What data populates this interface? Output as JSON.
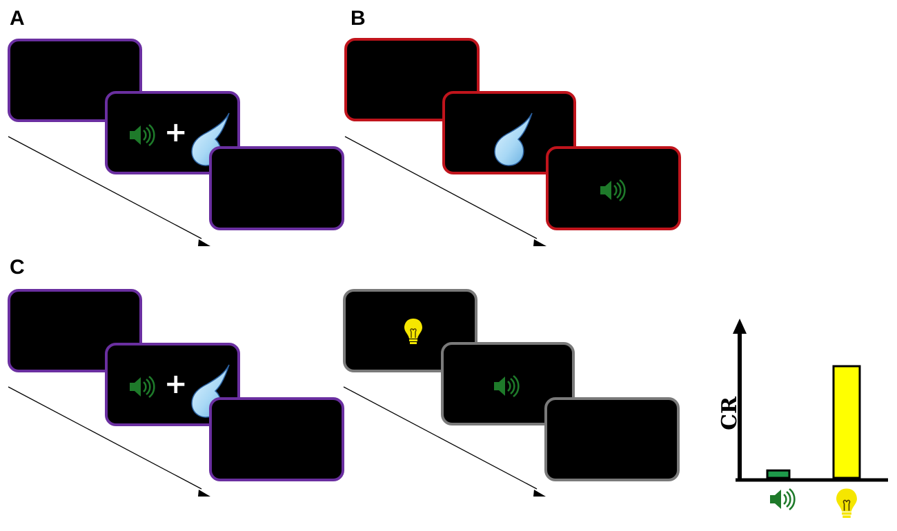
{
  "panels": {
    "a": {
      "label": "A"
    },
    "b": {
      "label": "B"
    },
    "c": {
      "label": "C"
    }
  },
  "symbols": {
    "plus": "+"
  },
  "icons": {
    "tone": "speaker-icon",
    "reward": "water-drop-icon",
    "light": "light-bulb-icon",
    "time": "arrow-icon"
  },
  "colors": {
    "paired_border": "#6a2fa0",
    "unpaired_border": "#c0141c",
    "test_border": "#7a7a7a",
    "tone": "#1e7a2a",
    "light": "#f5e600",
    "drop": "#a8d8f5"
  },
  "chart_data": {
    "type": "bar",
    "ylabel": "CR",
    "categories": [
      "tone",
      "light"
    ],
    "category_icons": [
      "speaker-icon",
      "light-bulb-icon"
    ],
    "values": [
      0.05,
      0.75
    ],
    "ylim": [
      0,
      1
    ],
    "bar_colors": [
      "#1e9a4a",
      "#ffff00"
    ]
  }
}
